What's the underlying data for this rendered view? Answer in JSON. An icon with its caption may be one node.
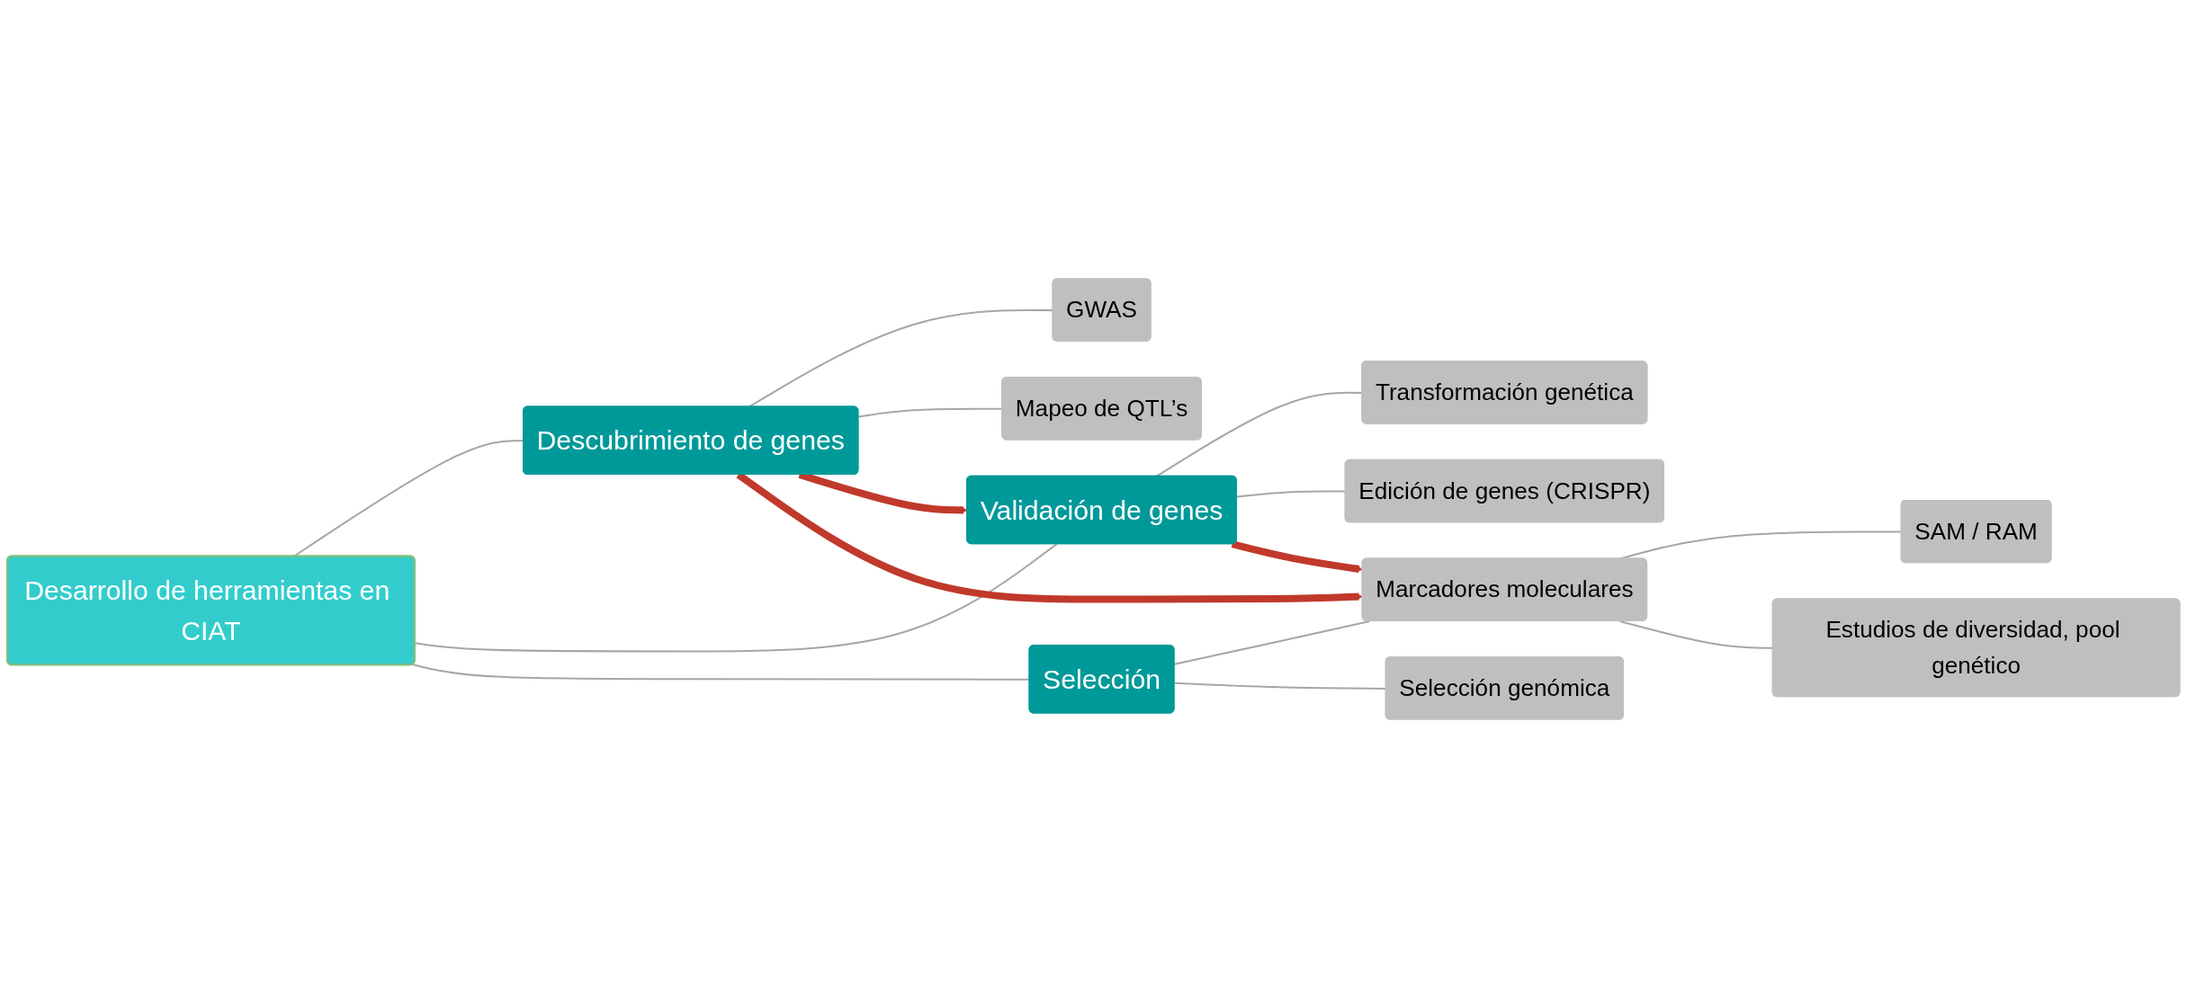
{
  "diagram": {
    "nodes": [
      {
        "text": [
          "Desarrollo de herramientas en CIAT"
        ]
      },
      {
        "text": [
          "Descubrimiento de genes"
        ]
      },
      {
        "text": [
          "Validación de genes"
        ]
      },
      {
        "text": [
          "Selección"
        ]
      },
      {
        "text": [
          "GWAS"
        ]
      },
      {
        "text": [
          "Mapeo de QTL’s"
        ]
      },
      {
        "text": [
          "Transformación genética"
        ]
      },
      {
        "text": [
          "Edición de genes (CRISPR)"
        ]
      },
      {
        "text": [
          "Marcadores moleculares"
        ]
      },
      {
        "text": [
          "Selección genómica"
        ]
      },
      {
        "text": [
          "SAM / RAM"
        ]
      },
      {
        "text": [
          "Estudios de diversidad, pool genético"
        ]
      }
    ],
    "edges": [
      {
        "from": 0,
        "to": 1,
        "arrow": "none"
      },
      {
        "from": 0,
        "to": 2,
        "arrow": "none"
      },
      {
        "from": 0,
        "to": 3,
        "arrow": "none"
      },
      {
        "from": 1,
        "to": 4,
        "arrow": "none"
      },
      {
        "from": 1,
        "to": 5,
        "arrow": "none"
      },
      {
        "from": 2,
        "to": 6,
        "arrow": "none"
      },
      {
        "from": 2,
        "to": 7,
        "arrow": "none"
      },
      {
        "from": 3,
        "to": 8,
        "arrow": "none"
      },
      {
        "from": 3,
        "to": 9,
        "arrow": "none"
      },
      {
        "from": 8,
        "to": 10,
        "arrow": "none"
      },
      {
        "from": 8,
        "to": 11,
        "arrow": "none"
      },
      {
        "from": 1,
        "to": 2,
        "arrow": "to",
        "style": "thick",
        "color": "#c0392b"
      },
      {
        "from": 2,
        "to": 8,
        "arrow": "to",
        "style": "thick",
        "color": "#c0392b"
      },
      {
        "from": 1,
        "to": 8,
        "arrow": "to",
        "style": "thick",
        "color": "#c0392b"
      }
    ]
  }
}
